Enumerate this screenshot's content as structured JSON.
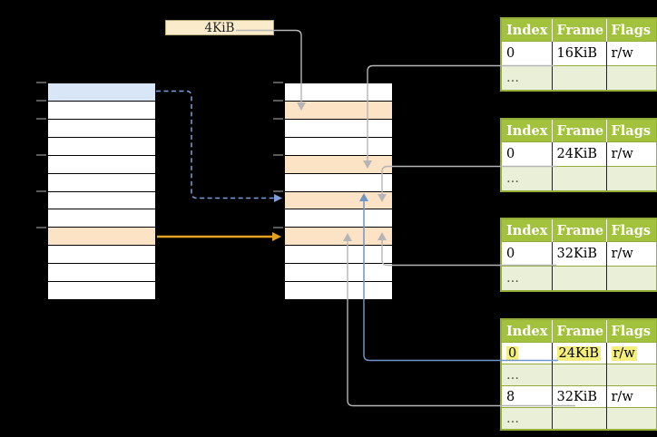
{
  "diagram": {
    "size_label": "4KiB",
    "background": "#000000"
  },
  "colors": {
    "size_box_tan": "#faecca",
    "page_highlight_blue": "#d9e6f7",
    "frame_highlight_orange": "#fce3c6",
    "table_header_green": "#a2c13d",
    "table_alt_row_green": "#e9f0d7",
    "table_border_green": "#94ad39",
    "value_mark_yellow": "#f4ef7d",
    "connector_gray": "#b5b5b5",
    "connector_blue": "#6f94c9",
    "connector_blue_dashed": "#7da0d8",
    "connector_orange": "#e3a11d"
  },
  "arrays": {
    "left": {
      "row_count": 12,
      "highlight_rows": {
        "1": "blue",
        "9": "orange"
      }
    },
    "middle": {
      "row_count": 12,
      "highlight_rows": {
        "2": "orange",
        "5": "orange",
        "7": "orange",
        "9": "orange"
      }
    }
  },
  "ticks": {
    "y": [
      91,
      111,
      131,
      171,
      211,
      251
    ],
    "spans": [
      [
        40,
        51
      ],
      [
        301,
        312
      ]
    ]
  },
  "tables": [
    {
      "headers": [
        "Index",
        "Frame",
        "Flags"
      ],
      "rows": [
        {
          "cells": [
            "0",
            "16KiB",
            "r/w"
          ],
          "alt": false,
          "marked": false
        },
        {
          "cells": [
            "…",
            "",
            ""
          ],
          "alt": true,
          "marked": false
        }
      ]
    },
    {
      "headers": [
        "Index",
        "Frame",
        "Flags"
      ],
      "rows": [
        {
          "cells": [
            "0",
            "24KiB",
            "r/w"
          ],
          "alt": false,
          "marked": false
        },
        {
          "cells": [
            "…",
            "",
            ""
          ],
          "alt": true,
          "marked": false
        }
      ]
    },
    {
      "headers": [
        "Index",
        "Frame",
        "Flags"
      ],
      "rows": [
        {
          "cells": [
            "0",
            "32KiB",
            "r/w"
          ],
          "alt": false,
          "marked": false
        },
        {
          "cells": [
            "…",
            "",
            ""
          ],
          "alt": true,
          "marked": false
        }
      ]
    },
    {
      "headers": [
        "Index",
        "Frame",
        "Flags"
      ],
      "rows": [
        {
          "cells": [
            "0",
            "24KiB",
            "r/w"
          ],
          "alt": false,
          "marked": true
        },
        {
          "cells": [
            "…",
            "",
            ""
          ],
          "alt": true,
          "marked": false
        },
        {
          "cells": [
            "8",
            "32KiB",
            "r/w"
          ],
          "alt": false,
          "marked": false
        },
        {
          "cells": [
            "…",
            "",
            ""
          ],
          "alt": true,
          "marked": false
        }
      ]
    }
  ]
}
